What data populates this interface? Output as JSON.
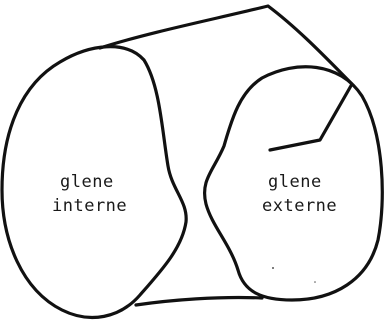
{
  "diagram": {
    "labels": {
      "left": {
        "line1": "glene",
        "line2": "interne"
      },
      "right": {
        "line1": "glene",
        "line2": "externe"
      }
    },
    "colors": {
      "stroke": "#111111",
      "text": "#1a1a1a",
      "background": "#ffffff"
    }
  }
}
